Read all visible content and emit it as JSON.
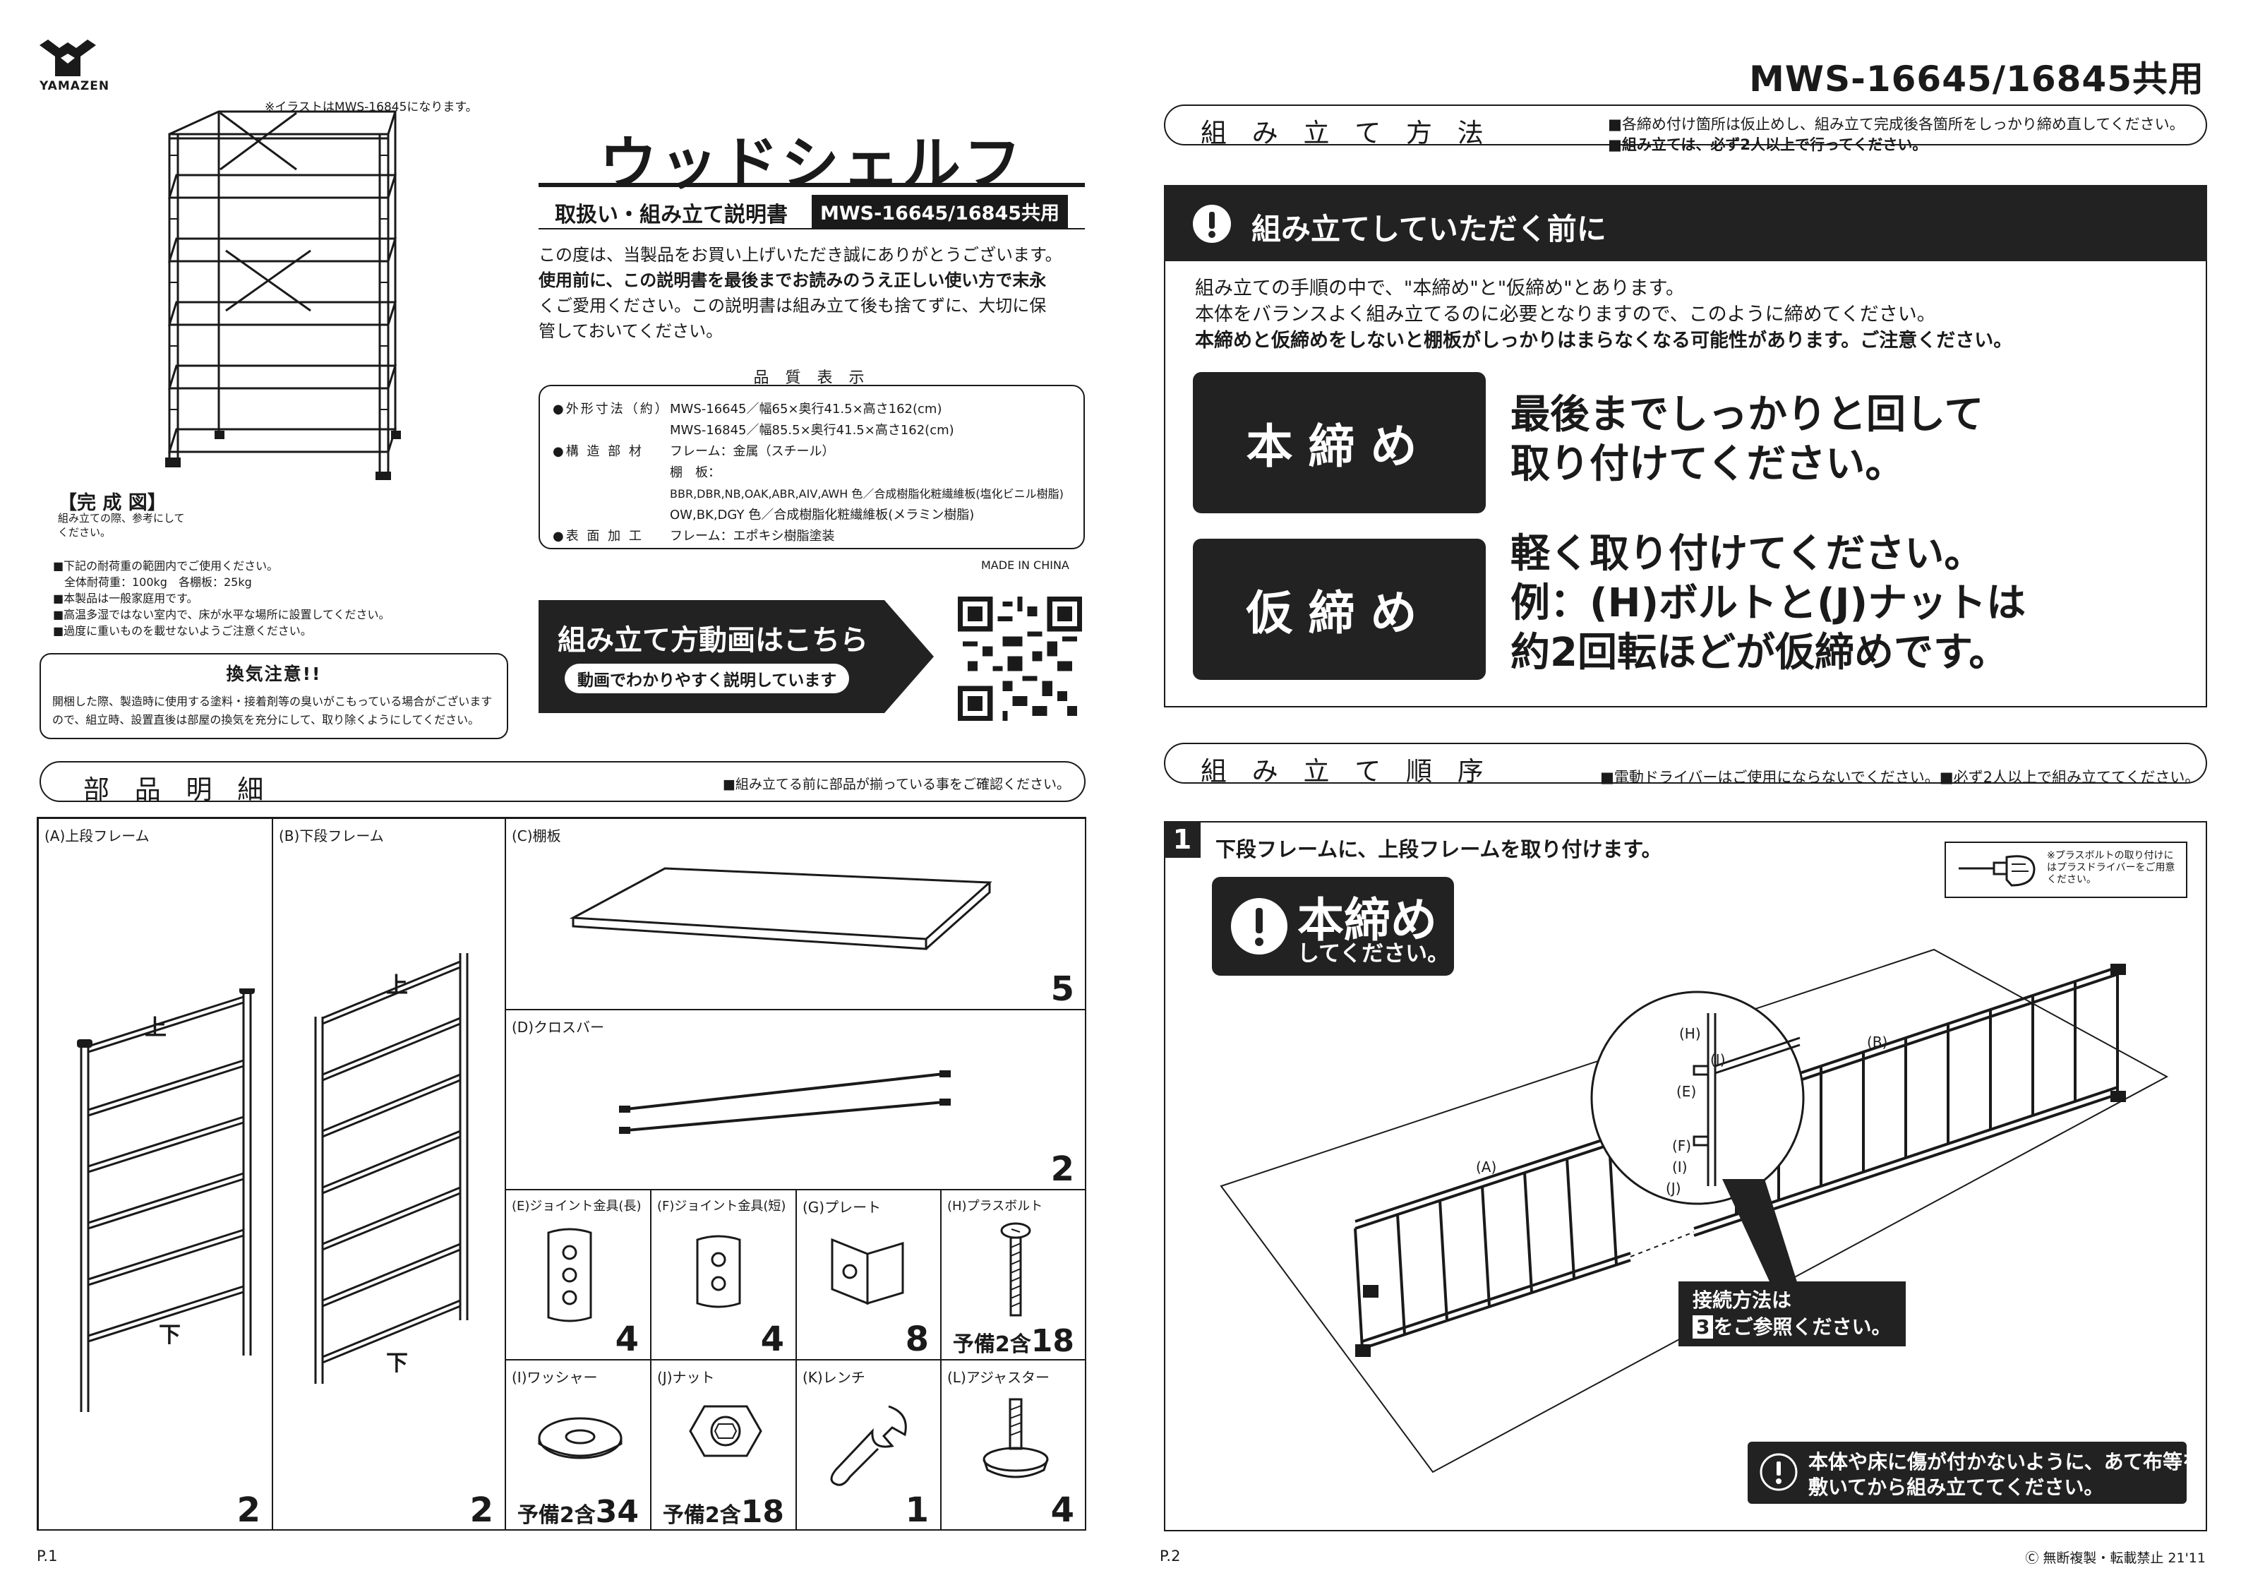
{
  "brand": {
    "logo_text": "YAMAZEN"
  },
  "header": {
    "model": "MWS-16645/16845共用"
  },
  "product": {
    "illustration_note": "※イラストはMWS-16845になります。",
    "title": "ウッドシェルフ",
    "subtitle": "取扱い・組み立て説明書",
    "subtitle_badge": "MWS-16645/16845共用",
    "intro": [
      "この度は、当製品をお買い上げいただき誠にありがとうございます。",
      "使用前に、この説明書を最後までお読みのうえ正しい使い方で末永",
      "くご愛用ください。この説明書は組み立て後も捨てずに、大切に保",
      "管しておいてください。"
    ]
  },
  "quality": {
    "heading": "品 質 表 示",
    "rows": [
      {
        "key": "●外形寸法（約）",
        "val": "MWS-16645／幅65×奥行41.5×高さ162(cm)"
      },
      {
        "key": "",
        "val": "MWS-16845／幅85.5×奥行41.5×高さ162(cm)"
      },
      {
        "key": "●構 造 部 材",
        "val": "フレーム：金属（スチール）"
      },
      {
        "key": "",
        "val": "棚　板："
      },
      {
        "key": "",
        "val": "BBR,DBR,NB,OAK,ABR,AIV,AWH 色／合成樹脂化粧繊維板(塩化ビニル樹脂)"
      },
      {
        "key": "",
        "val": "OW,BK,DGY 色／合成樹脂化粧繊維板(メラミン樹脂)"
      },
      {
        "key": "●表 面 加 工",
        "val": "フレーム：エポキシ樹脂塗装"
      }
    ],
    "made_in": "MADE IN CHINA"
  },
  "complete": {
    "title": "【完 成 図】",
    "note": "組み立ての際、参考にしてください。"
  },
  "load_notes": [
    "■下記の耐荷重の範囲内でご使用ください。",
    "　全体耐荷重：100kg　各棚板：25kg",
    "■本製品は一般家庭用です。",
    "■高温多湿ではない室内で、床が水平な場所に設置してください。",
    "■過度に重いものを載せないようご注意ください。"
  ],
  "ventilation": {
    "title": "換気注意!!",
    "body": [
      "開梱した際、製造時に使用する塗料・接着剤等の臭いがこもっている場合がございます",
      "ので、組立時、設置直後は部屋の換気を充分にして、取り除くようにしてください。"
    ]
  },
  "video": {
    "line1": "組み立て方動画はこちら",
    "line2": "動画でわかりやすく説明しています"
  },
  "parts": {
    "heading": "部 品 明 細",
    "note": "■組み立てる前に部品が揃っている事をご確認ください。",
    "items": [
      {
        "label": "(A)上段フレーム",
        "qty": "2",
        "top": "上",
        "bottom": "下"
      },
      {
        "label": "(B)下段フレーム",
        "qty": "2",
        "top": "上",
        "bottom": "下"
      },
      {
        "label": "(C)棚板",
        "qty": "5"
      },
      {
        "label": "(D)クロスバー",
        "qty": "2"
      },
      {
        "label": "(E)ジョイント金具(長)",
        "qty": "4"
      },
      {
        "label": "(F)ジョイント金具(短)",
        "qty": "4"
      },
      {
        "label": "(G)プレート",
        "qty": "8"
      },
      {
        "label": "(H)プラスボルト",
        "qty_pre": "予備2含",
        "qty": "18"
      },
      {
        "label": "(I)ワッシャー",
        "qty_pre": "予備2含",
        "qty": "34"
      },
      {
        "label": "(J)ナット",
        "qty_pre": "予備2含",
        "qty": "18"
      },
      {
        "label": "(K)レンチ",
        "qty": "1"
      },
      {
        "label": "(L)アジャスター",
        "qty": "4"
      }
    ]
  },
  "assembly": {
    "heading": "組 み 立 て 方 法",
    "notes": [
      "■各締め付け箇所は仮止めし、組み立て完成後各箇所をしっかり締め直してください。",
      "■組み立ては、必ず2人以上で行ってください。"
    ],
    "before_title": "組み立てしていただく前に",
    "before_body": [
      "組み立ての手順の中で、\"本締め\"と\"仮締め\"とあります。",
      "本体をバランスよく組み立てるのに必要となりますので、このように締めてください。",
      "本締めと仮締めをしないと棚板がしっかりはまらなくなる可能性があります。ご注意ください。"
    ],
    "hon_label": "本締め",
    "hon_desc": [
      "最後までしっかりと回して",
      "取り付けてください。"
    ],
    "kari_label": "仮締め",
    "kari_desc": [
      "軽く取り付けてください。",
      "例：(H)ボルトと(J)ナットは",
      "約2回転ほどが仮締めです。"
    ]
  },
  "order": {
    "heading": "組 み 立 て 順 序",
    "note": "■電動ドライバーはご使用にならないでください。■必ず2人以上で組み立ててください。",
    "step_num": "1",
    "step_text": "下段フレームに、上段フレームを取り付けます。",
    "badge_main": "本締め",
    "badge_sub": "してください。",
    "tool_note": "※プラスボルトの取り付けにはプラスドライバーをご用意ください。",
    "diagram_labels": {
      "a": "(A)",
      "b": "(B)",
      "h": "(H)",
      "i1": "(I)",
      "e": "(E)",
      "f": "(F)",
      "i2": "(I)",
      "j": "(J)"
    },
    "connect": {
      "line1": "接続方法は",
      "num": "3",
      "line2": "をご参照ください。"
    },
    "floor_note": [
      "本体や床に傷が付かないように、あて布等を",
      "敷いてから組み立ててください。"
    ]
  },
  "footer": {
    "page1": "P.1",
    "page2": "P.2",
    "copyright": "Ⓒ 無断複製・転載禁止 21'11"
  }
}
